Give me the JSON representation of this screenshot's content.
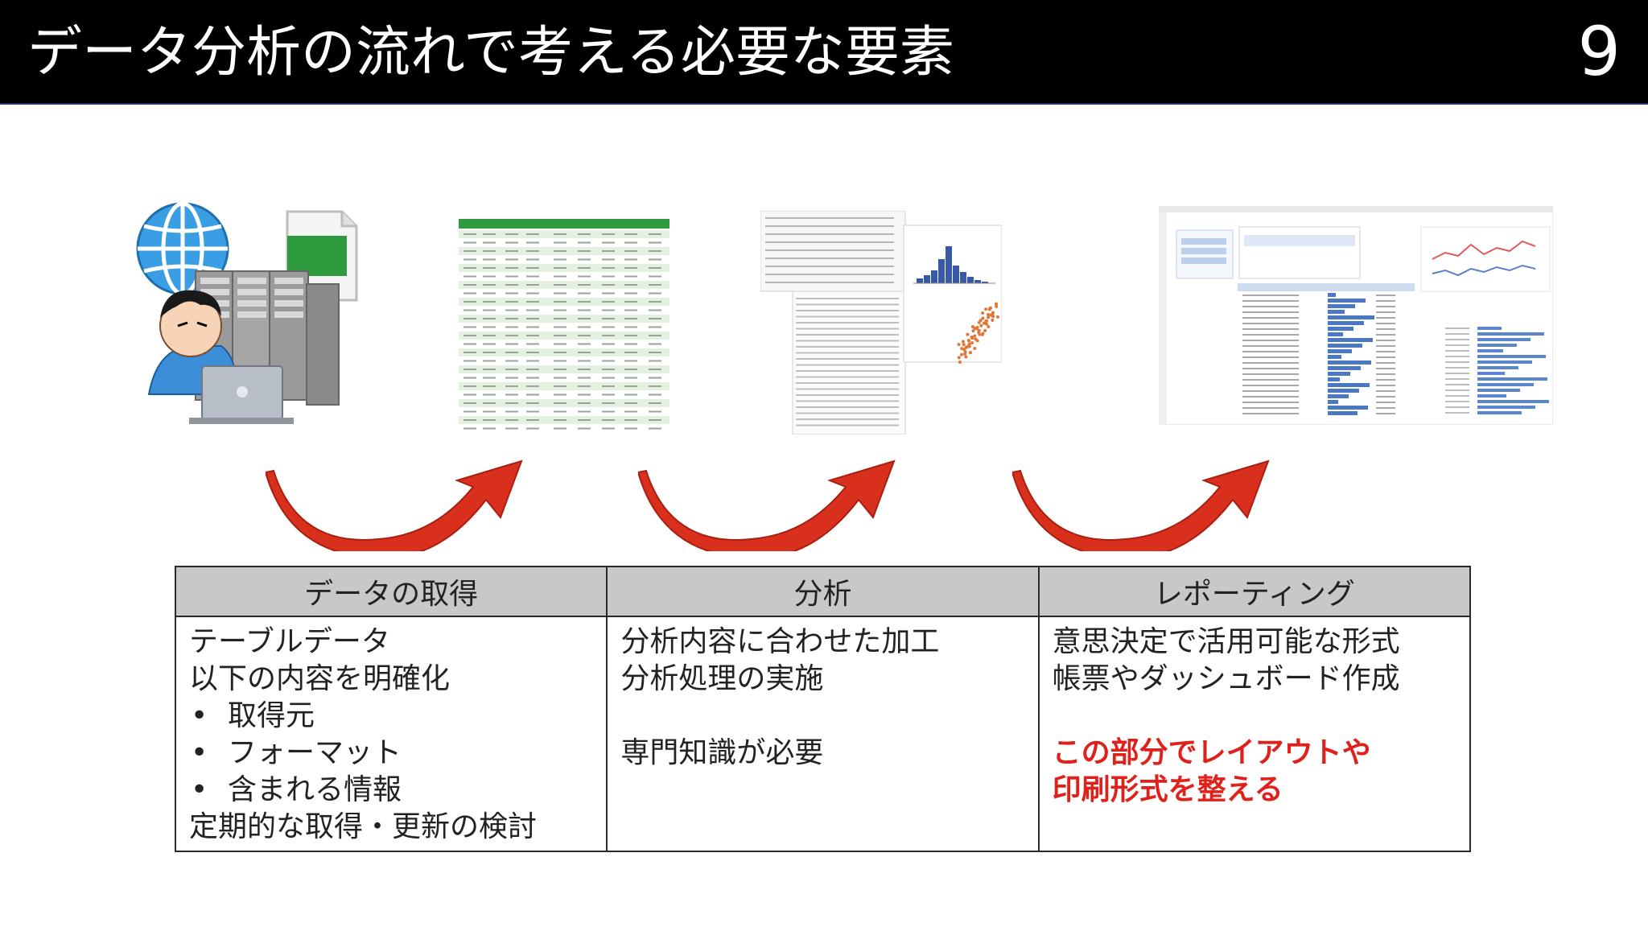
{
  "header": {
    "title": "データ分析の流れで考える必要な要素",
    "page_number": "9"
  },
  "colors": {
    "header_bg": "#000000",
    "arrow": "#d9301e",
    "table_header_bg": "#c8c8c8",
    "emphasis": "#e0201b",
    "globe": "#3a9ee4",
    "sheet_green": "#2e9b3e"
  },
  "illustrations": {
    "source": [
      "globe-icon",
      "file-icon",
      "server-icon",
      "person-with-laptop-icon"
    ],
    "steps": [
      "table-data-thumbnail",
      "analysis-thumbnail",
      "dashboard-thumbnail"
    ]
  },
  "table": {
    "headers": [
      "データの取得",
      "分析",
      "レポーティング"
    ],
    "col1": {
      "lines_top": [
        "テーブルデータ",
        "以下の内容を明確化"
      ],
      "bullets": [
        "取得元",
        "フォーマット",
        "含まれる情報"
      ],
      "lines_bottom": [
        "定期的な取得・更新の検討"
      ],
      "bullet_glyph": "•"
    },
    "col2": {
      "lines": [
        "分析内容に合わせた加工",
        "分析処理の実施"
      ],
      "note": "専門知識が必要"
    },
    "col3": {
      "lines": [
        "意思決定で活用可能な形式",
        "帳票やダッシュボード作成"
      ],
      "emphasis": [
        "この部分でレイアウトや",
        "印刷形式を整える"
      ]
    }
  }
}
